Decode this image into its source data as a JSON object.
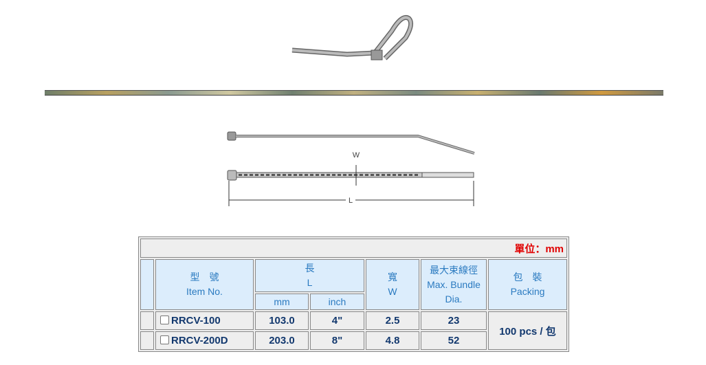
{
  "table": {
    "unit": "單位：mm",
    "headers": {
      "item_cn": "型　號",
      "item_en": "Item No.",
      "length_cn": "長",
      "length_en": "L",
      "mm": "mm",
      "inch": "inch",
      "width_cn": "寬",
      "width_en": "W",
      "bundle_cn": "最大束線徑",
      "bundle_en": "Max. Bundle",
      "bundle_en2": "Dia.",
      "packing_cn": "包　裝",
      "packing_en": "Packing"
    },
    "rows": [
      {
        "item": "RRCV-100",
        "mm": "103.0",
        "inch": "4\"",
        "w": "2.5",
        "dia": "23"
      },
      {
        "item": "RRCV-200D",
        "mm": "203.0",
        "inch": "8\"",
        "w": "4.8",
        "dia": "52"
      }
    ],
    "packing": "100 pcs / 包"
  },
  "diagram": {
    "w_label": "W",
    "l_label": "L"
  }
}
